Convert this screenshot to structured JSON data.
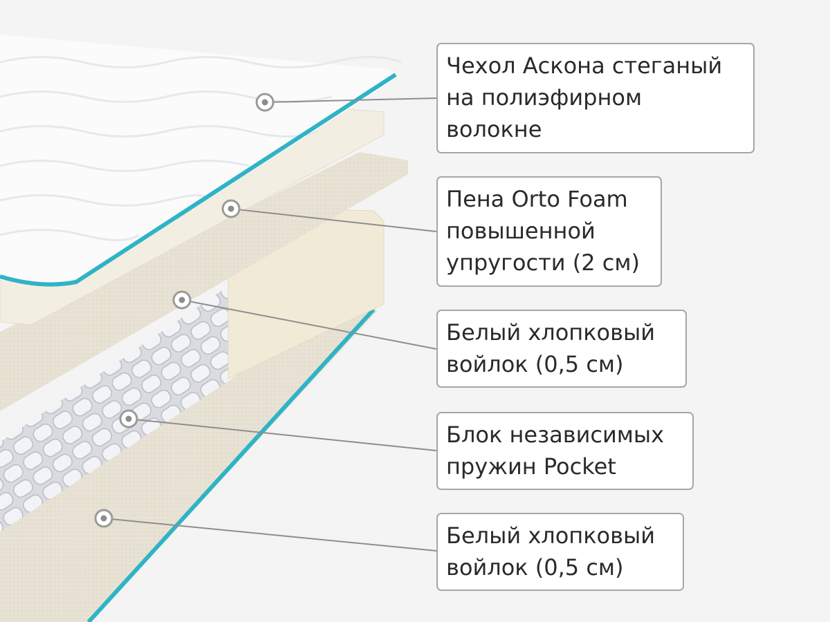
{
  "colors": {
    "accent": "#2fb3c6",
    "background": "#f4f4f4",
    "foam": "#f3eee2",
    "felt": "#e9e3d6"
  },
  "callouts": [
    {
      "lines": [
        "Чехол Аскона стеганый",
        "на полиэфирном",
        "волокне"
      ]
    },
    {
      "lines": [
        "Пена Orto Foam",
        "повышенной",
        "упругости (2 см)"
      ]
    },
    {
      "lines": [
        "Белый хлопковый",
        "войлок (0,5 см)"
      ]
    },
    {
      "lines": [
        "Блок независимых",
        "пружин Pocket"
      ]
    },
    {
      "lines": [
        "Белый хлопковый",
        "войлок (0,5 см)"
      ]
    }
  ]
}
